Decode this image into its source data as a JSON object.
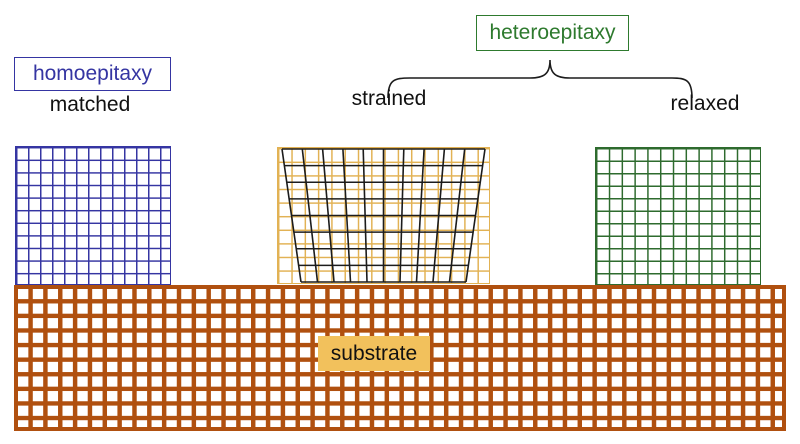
{
  "labels": {
    "homoepitaxy": "homoepitaxy",
    "matched": "matched",
    "heteroepitaxy": "heteroepitaxy",
    "strained": "strained",
    "relaxed": "relaxed",
    "substrate": "substrate"
  },
  "colors": {
    "homoepitaxy_blue": "#3535a2",
    "heteroepitaxy_green": "#2e7a2e",
    "matched_lattice_blue": "#3535a2",
    "strained_underlayer_yellow": "#e2b254",
    "strained_overlay_black": "#1c1c1c",
    "relaxed_lattice_green": "#2e6b2e",
    "substrate_brown": "#b0500f",
    "substrate_label_bg": "#f2c15c"
  }
}
